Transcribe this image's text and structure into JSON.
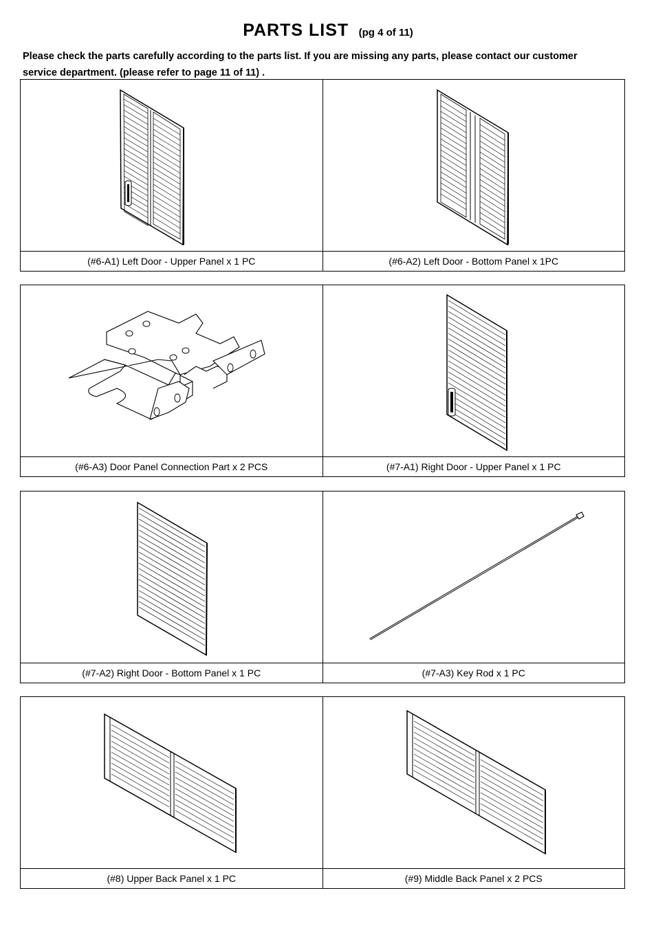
{
  "header": {
    "title": "PARTS  LIST",
    "page_ref": "(pg 4 of 11)"
  },
  "intro": [
    "Please check the parts carefully according to the parts list.  If you are missing any parts, please  contact our customer",
    "service department. (please refer to page 11 of 11) ."
  ],
  "parts": [
    {
      "caption": "(#6-A1) Left Door - Upper Panel x 1 PC",
      "drawing": "door-panel-split-handle"
    },
    {
      "caption": "(#6-A2) Left Door - Bottom Panel x 1PC",
      "drawing": "door-panel-split"
    },
    {
      "caption": "(#6-A3) Door Panel Connection Part x 2 PCS",
      "drawing": "connection-bracket"
    },
    {
      "caption": "(#7-A1) Right Door - Upper Panel x 1 PC",
      "drawing": "door-panel-handle"
    },
    {
      "caption": "(#7-A2) Right Door - Bottom Panel x 1 PC",
      "drawing": "door-panel"
    },
    {
      "caption": "(#7-A3) Key Rod x 1 PC",
      "drawing": "key-rod"
    },
    {
      "caption": "(#8) Upper Back Panel x 1 PC",
      "drawing": "back-panel"
    },
    {
      "caption": "(#9) Middle Back Panel x 2 PCS",
      "drawing": "back-panel"
    }
  ]
}
